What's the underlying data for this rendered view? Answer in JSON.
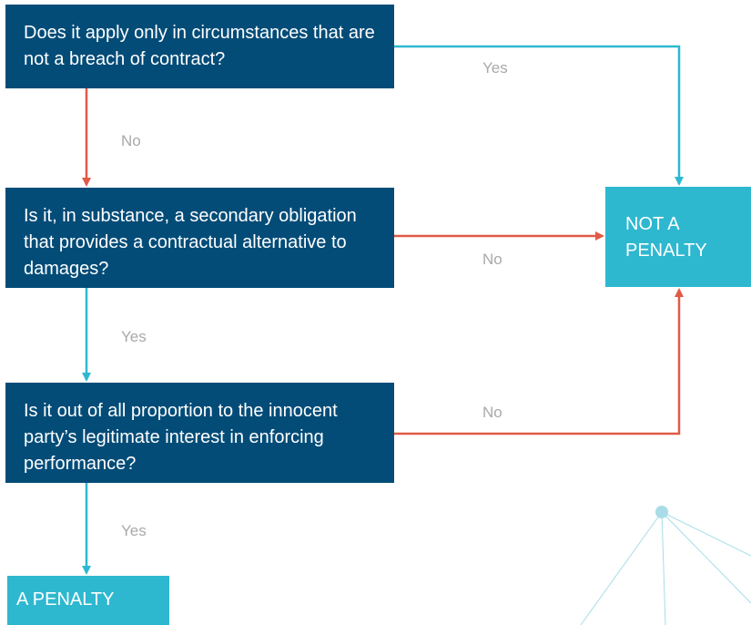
{
  "questions": {
    "q1": "Does it apply only in circumstances that are not a breach of contract?",
    "q2": "Is it, in substance, a secondary obligation that provides a contractual alternative to damages?",
    "q3": "Is it out of all proportion to the innocent party’s legitimate interest in enforcing performance?"
  },
  "outcomes": {
    "not_penalty": "NOT A PENALTY",
    "penalty": "A PENALTY"
  },
  "edge_labels": {
    "q1_yes": "Yes",
    "q1_no": "No",
    "q2_no": "No",
    "q2_yes": "Yes",
    "q3_no": "No",
    "q3_yes": "Yes"
  },
  "colors": {
    "question_box": "#034c78",
    "outcome_box": "#2eb8d0",
    "yes_line": "#2eb8d0",
    "no_line": "#e05a47",
    "label_text": "#a9a9a9",
    "decoration": "#a8dce8"
  }
}
